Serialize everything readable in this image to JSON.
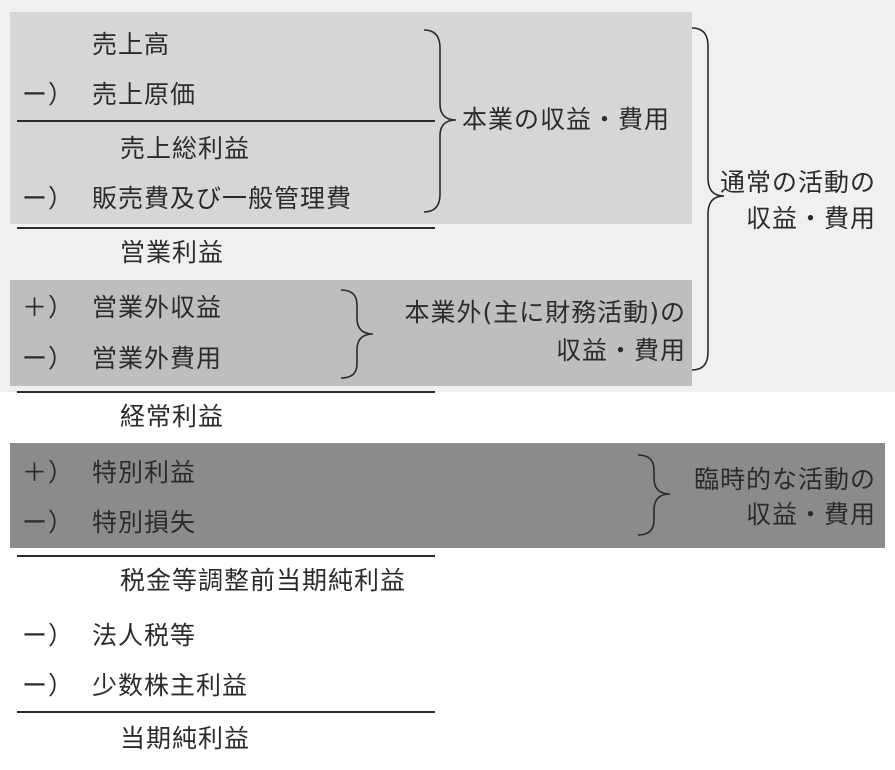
{
  "sign_minus": "ー）",
  "sign_plus": "＋）",
  "items": {
    "sales": "売上高",
    "cogs": "売上原価",
    "gross_profit": "売上総利益",
    "sga": "販売費及び一般管理費",
    "operating_profit": "営業利益",
    "non_op_income": "営業外収益",
    "non_op_expense": "営業外費用",
    "ordinary_profit": "経常利益",
    "extraordinary_gain": "特別利益",
    "extraordinary_loss": "特別損失",
    "pretax_profit": "税金等調整前当期純利益",
    "corporate_tax": "法人税等",
    "minority_interest": "少数株主利益",
    "net_profit": "当期純利益"
  },
  "labels": {
    "core": "本業の収益・費用",
    "nonop_line1": "本業外(主に財務活動)の",
    "nonop_line2": "収益・費用",
    "ordinary_line1": "通常の活動の",
    "ordinary_line2": "収益・費用",
    "extra_line1": "臨時的な活動の",
    "extra_line2": "収益・費用"
  },
  "colors": {
    "outer_band": "#f0f0f0",
    "core_band": "#d6d6d6",
    "nonop_band": "#bfbdbf",
    "extra_band": "#8d8a8e"
  }
}
